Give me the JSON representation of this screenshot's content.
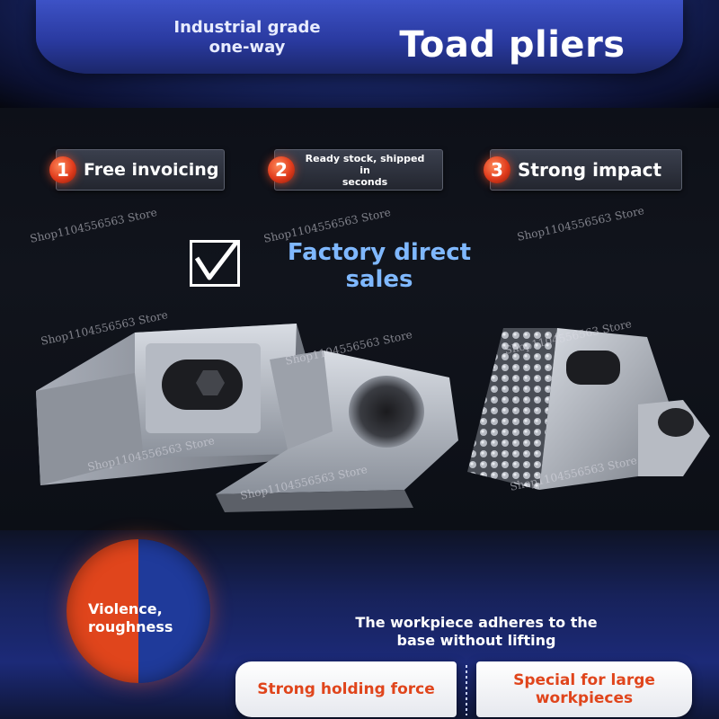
{
  "header": {
    "subtitle_line1": "Industrial grade",
    "subtitle_line2": "one-way",
    "title": "Toad pliers"
  },
  "features": [
    {
      "number": "1",
      "label": "Free invoicing"
    },
    {
      "number": "2",
      "label_line1": "Ready stock, shipped in",
      "label_line2": "seconds"
    },
    {
      "number": "3",
      "label": "Strong impact"
    }
  ],
  "factory": {
    "line1": "Factory direct",
    "line2": "sales",
    "icon": "checkbox-checkmark-icon"
  },
  "watermark": "Shop1104556563 Store",
  "bottom": {
    "circle_line1": "Violence,",
    "circle_line2": "roughness",
    "adhere_line1": "The workpiece adheres to the",
    "adhere_line2": "base without lifting",
    "pill_left": "Strong holding force",
    "pill_right_line1": "Special for large",
    "pill_right_line2": "workpieces"
  },
  "colors": {
    "accent_orange": "#e0451c",
    "title_blue": "#2a3aa0",
    "factory_text": "#7fb8ff"
  }
}
